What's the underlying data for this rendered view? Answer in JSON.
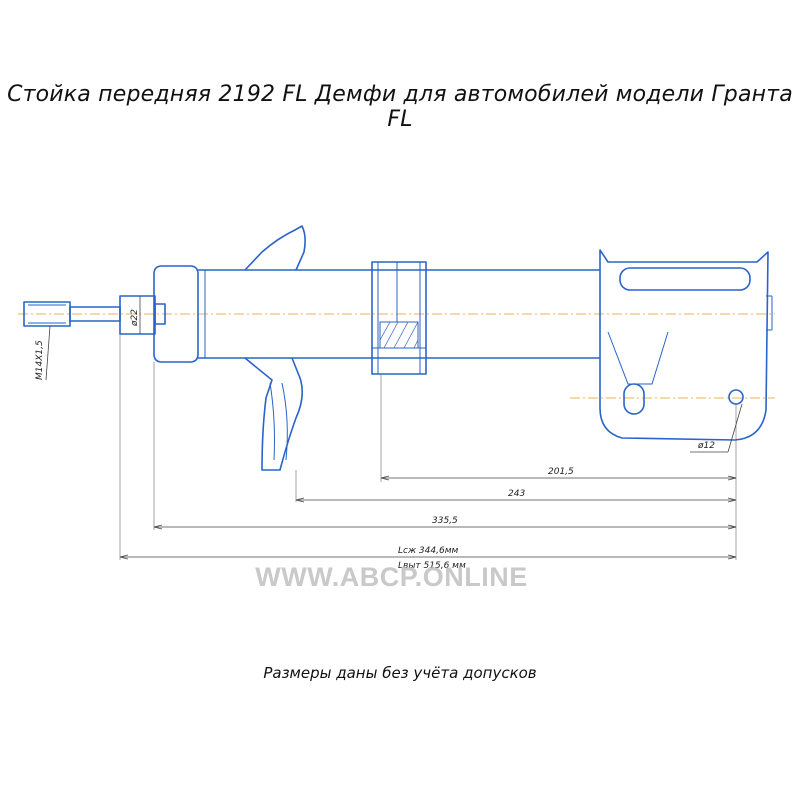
{
  "title": "Стойка передняя 2192 FL Демфи для автомобилей модели Гранта FL",
  "watermark": "WWW.ABCP.ONLINE",
  "footnote": "Размеры даны без учёта допусков",
  "colors": {
    "part": "#2a63c9",
    "axis": "#e8b35a",
    "dimension": "#444444",
    "watermark": "#c9c9c9"
  },
  "labels": {
    "thread": "M14X1,5",
    "rod_diameter": "ø22",
    "bolt_hole": "ø12",
    "dim_201_5": "201,5",
    "dim_243": "243",
    "dim_335_5": "335,5",
    "length_compressed": "Lсж 344,6мм",
    "length_extended": "Lвыт 515,6 мм"
  }
}
